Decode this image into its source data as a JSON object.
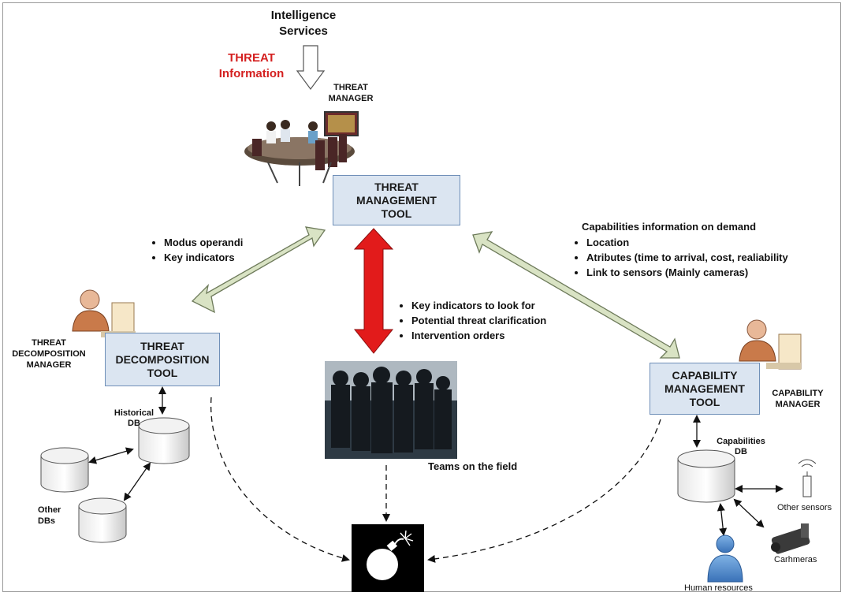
{
  "top": {
    "source_line1": "Intelligence",
    "source_line2": "Services",
    "threat_info_line1": "THREAT",
    "threat_info_line2": "Information",
    "threat_info_color": "#d42020",
    "threat_manager_line1": "THREAT",
    "threat_manager_line2": "MANAGER"
  },
  "tools": {
    "threat_management": [
      "THREAT",
      "MANAGEMENT",
      "TOOL"
    ],
    "threat_decomposition": [
      "THREAT",
      "DECOMPOSITION",
      "TOOL"
    ],
    "capability_management": [
      "CAPABILITY",
      "MANAGEMENT",
      "TOOL"
    ]
  },
  "left": {
    "bullets": [
      "Modus operandi",
      "Key indicators"
    ],
    "manager_lines": [
      "THREAT",
      "DECOMPOSITION",
      "MANAGER"
    ],
    "historical_db": [
      "Historical",
      "DB"
    ],
    "other_dbs": [
      "Other",
      "DBs"
    ]
  },
  "center": {
    "bullets": [
      "Key indicators to look for",
      "Potential threat clarification",
      "Intervention orders"
    ],
    "teams_label": "Teams on the field"
  },
  "right": {
    "heading": "Capabilities information on demand",
    "bullets": [
      "Location",
      "Atributes (time to arrival, cost, realiability",
      "Link to sensors (Mainly cameras)"
    ],
    "manager_lines": [
      "CAPABILITY",
      "MANAGER"
    ],
    "capabilities_db": [
      "Capabilities",
      "DB"
    ],
    "other_sensors": "Other sensors",
    "cameras": "Carhmeras",
    "human_resources": "Human resources"
  },
  "colors": {
    "tool_fill": "#dbe5f1",
    "tool_border": "#6f8fb8",
    "side_arrow_fill": "#d9e3c4",
    "center_arrow_fill": "#e21b1b"
  }
}
